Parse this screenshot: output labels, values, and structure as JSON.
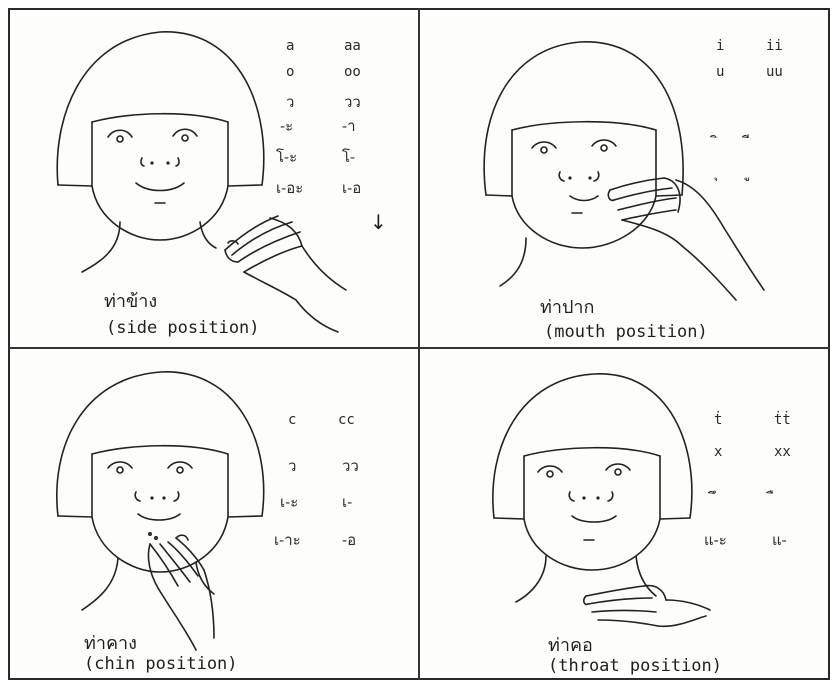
{
  "panels": {
    "side": {
      "caption_th": "ท่าข้าง",
      "caption_en": "(side position)",
      "vowels": [
        [
          "a",
          "aa"
        ],
        [
          "o",
          "oo"
        ],
        [
          "ว",
          "วว"
        ],
        [
          "-ะ",
          "-า"
        ],
        [
          "โ-ะ",
          "โ-"
        ],
        [
          "เ-อะ",
          "เ-อ"
        ]
      ],
      "arrow": "↓"
    },
    "mouth": {
      "caption_th": "ท่าปาก",
      "caption_en": "(mouth position)",
      "vowels": [
        [
          "i",
          "ii"
        ],
        [
          "u",
          "uu"
        ],
        [
          "ิ",
          "ี"
        ],
        [
          "ุ",
          "ู"
        ]
      ]
    },
    "chin": {
      "caption_th": "ท่าคาง",
      "caption_en": "(chin position)",
      "vowels": [
        [
          "c",
          "cc"
        ],
        [
          "ว",
          "วว"
        ],
        [
          "เ-ะ",
          "เ-"
        ],
        [
          "เ-าะ",
          "-อ"
        ]
      ]
    },
    "throat": {
      "caption_th": "ท่าคอ",
      "caption_en": "(throat position)",
      "vowels": [
        [
          "ṫ",
          "ṫṫ"
        ],
        [
          "x",
          "xx"
        ],
        [
          "ึ",
          "ื"
        ],
        [
          "แ-ะ",
          "แ-"
        ]
      ]
    }
  }
}
